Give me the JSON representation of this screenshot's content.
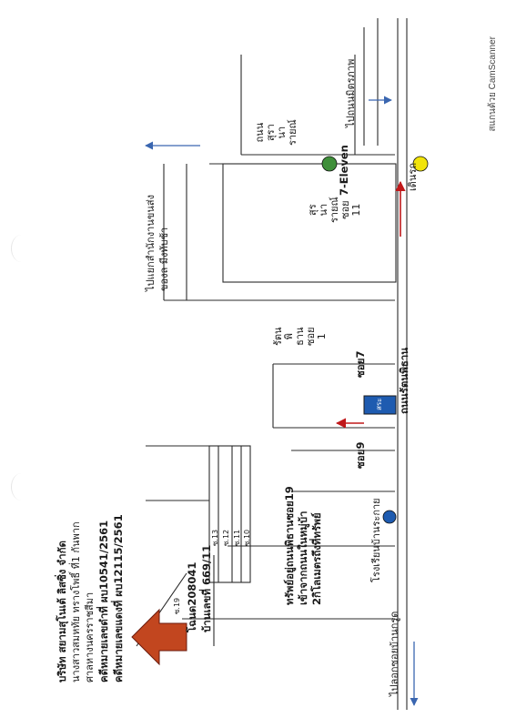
{
  "company": {
    "name": "บริษัท สยามสุโนเต้ ลิสซิ่ง จำกัด",
    "line2": "นางสาวสมหทัย ทรางโพธิ์ ที่1 กันพาก",
    "line3": "ศาลหางนครราชสีมา",
    "case_red": "คดีหมายเลขดำที่ ผบ10541/2561",
    "case_black": "คดีหมายเลขแดงที่ ผบ12115/2561"
  },
  "property": {
    "deed": "โฉนด208041",
    "house_no": "บ้านเลขที่ 669/11",
    "soi_label": "ซ.19"
  },
  "directions": {
    "line1": "ทรัพย์อยู่ถนนพิธานซอย19",
    "line2": "เข้าจากถนนในหมู่บ้า",
    "line3": "2กิโลเมตรถึงที่ทรัพย์"
  },
  "sois": [
    "ซ.13",
    "ซ.12",
    "ซ.11",
    "ซ.10"
  ],
  "places": {
    "school": "โรงเรียนบ้านระกาย",
    "to_bangkok": "ไปลอกซอยบ้านกรูด",
    "to_post": "ไปแยกสำนักงานขนส่ง",
    "post_sub": "ของล มีงทับช้า",
    "to_naranaimit": "ไปถนนมิตรภาพ",
    "rat_phithan_road": "ถนนรัตนพิธาน",
    "soi7": "ซอย7",
    "soi9": "ซอย9",
    "highlight_box": "สระ",
    "seven_eleven": "7-Eleven",
    "traffic_light": "เดินรถ",
    "suranarai_soi": [
      "สุร",
      "นา",
      "รายณ์",
      "ซอย",
      "11"
    ],
    "rat_soi1": [
      "รัตน",
      "พิ",
      "ธาน",
      "ซอย",
      "1"
    ],
    "suranarai_road": [
      "ถนน",
      "สุรา",
      "นา",
      "รายณ์"
    ]
  },
  "scanner": "สแกนด้วย CamScanner",
  "colors": {
    "line": "#2b2b2b",
    "arrow_blue": "#3a66b0",
    "arrow_red": "#c0181a",
    "marker_blue": "#1e5bb0",
    "marker_green": "#3f8f3a",
    "marker_yellow": "#f2e40a",
    "big_arrow": "#c2461f"
  }
}
